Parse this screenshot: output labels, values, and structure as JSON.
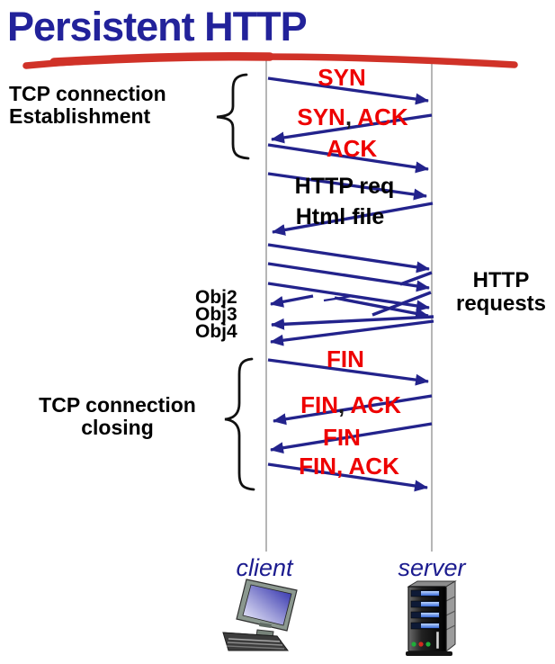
{
  "title": "Persistent HTTP",
  "annotations": {
    "establishment": {
      "line1": "TCP connection",
      "line2": "Establishment"
    },
    "closing": {
      "line1": "TCP connection",
      "line2": "closing"
    },
    "http_requests": {
      "line1": "HTTP",
      "line2": "requests"
    },
    "objects": {
      "obj2": "Obj2",
      "obj3": "Obj3",
      "obj4": "Obj4"
    }
  },
  "messages": {
    "syn": "SYN",
    "syn_ack": {
      "part1": "SYN",
      "comma": ", ",
      "part2": "ACK"
    },
    "ack": "ACK",
    "http_req": "HTTP req",
    "html_file": "Html file",
    "fin_client": "FIN",
    "fin_ack_server": {
      "part1": "FIN",
      "comma": ", ",
      "part2": "ACK"
    },
    "fin_server": "FIN",
    "fin_ack_client": "FIN, ACK"
  },
  "endpoints": {
    "client": "client",
    "server": "server"
  },
  "colors": {
    "title": "#22229a",
    "underline_red": "#d03228",
    "arrow_blue": "#23238c",
    "message_red": "#ee0000",
    "message_black": "#000000",
    "lifeline_gray": "#8f8f8f"
  }
}
